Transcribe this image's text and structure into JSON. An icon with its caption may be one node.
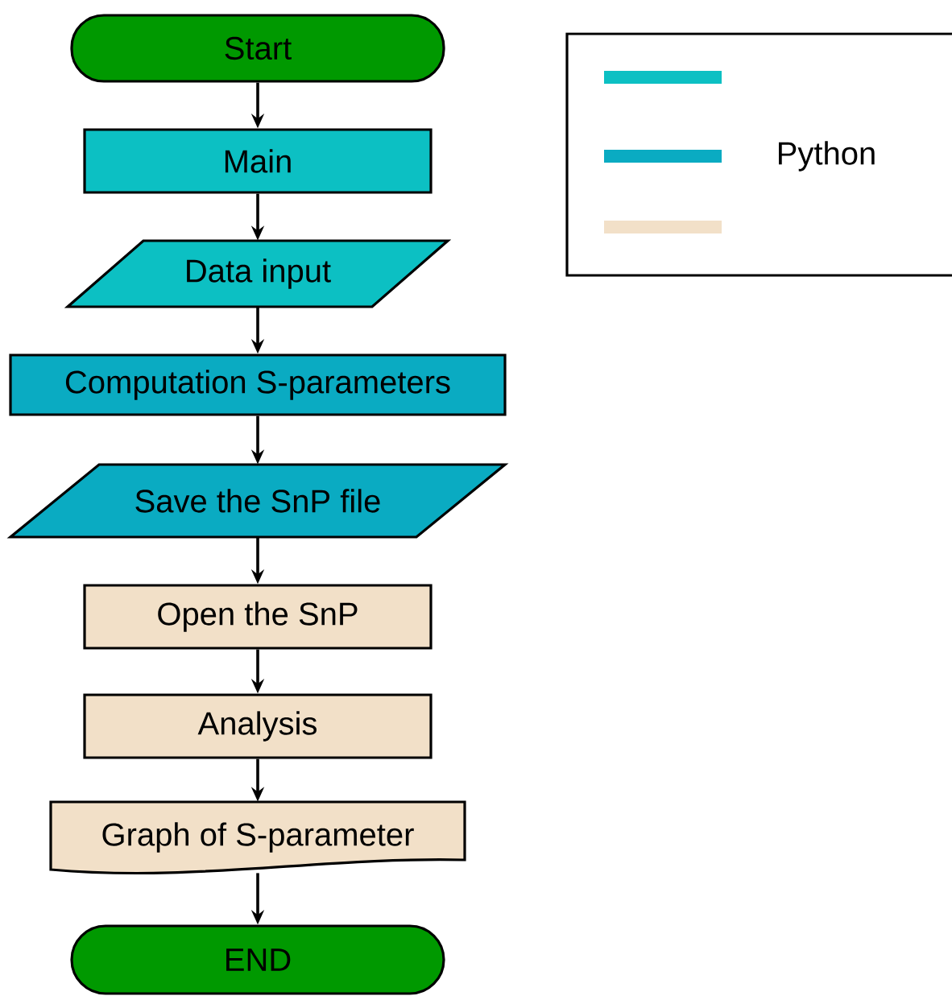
{
  "diagram": {
    "nodes": [
      {
        "text": [
          "Start"
        ]
      },
      {
        "text": [
          "Main"
        ]
      },
      {
        "text": [
          "Data input"
        ]
      },
      {
        "text": [
          "Computation S-parameters"
        ]
      },
      {
        "text": [
          "Save the SnP file"
        ]
      },
      {
        "text": [
          "Open the SnP"
        ]
      },
      {
        "text": [
          "Analysis"
        ]
      },
      {
        "text": [
          "Graph of S-parameter"
        ]
      },
      {
        "text": [
          "END"
        ]
      }
    ],
    "edges": [
      {
        "from": 0,
        "to": 1,
        "arrow": "to"
      },
      {
        "from": 1,
        "to": 2,
        "arrow": "to"
      },
      {
        "from": 2,
        "to": 3,
        "arrow": "to"
      },
      {
        "from": 3,
        "to": 4,
        "arrow": "to"
      },
      {
        "from": 4,
        "to": 5,
        "arrow": "to"
      },
      {
        "from": 5,
        "to": 6,
        "arrow": "to"
      },
      {
        "from": 6,
        "to": 7,
        "arrow": "to"
      },
      {
        "from": 7,
        "to": 8,
        "arrow": "to"
      }
    ],
    "legend": [
      {
        "text": "Python",
        "color": "#0aabc2"
      }
    ]
  }
}
